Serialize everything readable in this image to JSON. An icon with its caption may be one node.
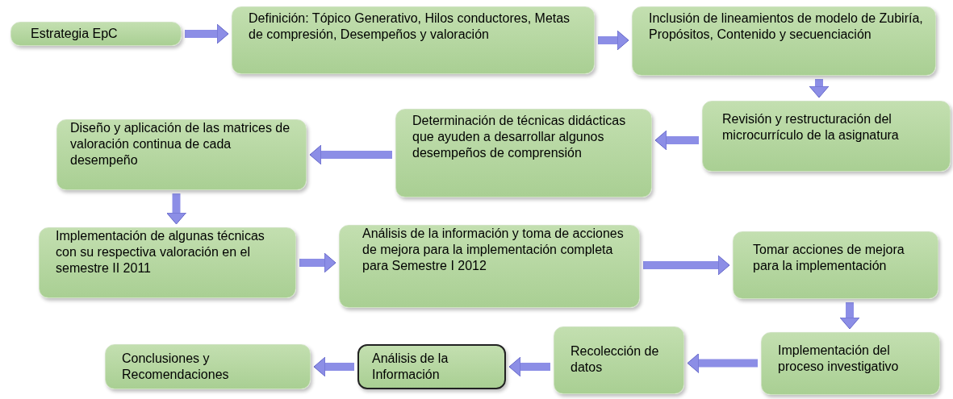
{
  "diagram": {
    "nodes": [
      {
        "text": [
          "Estrategia EpC"
        ]
      },
      {
        "text": [
          "Definición: Tópico Generativo, Hilos conductores, Metas de compresión, Desempeños y valoración"
        ]
      },
      {
        "text": [
          "Inclusión de lineamientos de modelo de Zubiría, Propósitos, Contenido y secuenciación"
        ]
      },
      {
        "text": [
          "Revisión y restructuración del microcurrículo de la asignatura"
        ]
      },
      {
        "text": [
          "Determinación de técnicas didácticas que ayuden a desarrollar algunos desempeños de comprensión"
        ]
      },
      {
        "text": [
          "Diseño y aplicación de las matrices de valoración continua de cada desempeño"
        ]
      },
      {
        "text": [
          "Implementación de algunas técnicas con su respectiva valoración en el semestre II 2011"
        ]
      },
      {
        "text": [
          "Análisis de la información y toma de acciones de mejora para la implementación completa para Semestre I 2012"
        ]
      },
      {
        "text": [
          "Tomar acciones de mejora para la implementación"
        ]
      },
      {
        "text": [
          "Implementación del proceso investigativo"
        ]
      },
      {
        "text": [
          "Recolección de datos"
        ]
      },
      {
        "text": [
          "Análisis de la Información"
        ]
      },
      {
        "text": [
          "Conclusiones y Recomendaciones"
        ]
      }
    ],
    "edges": [
      {
        "from": 0,
        "to": 1,
        "arrow": "to"
      },
      {
        "from": 1,
        "to": 2,
        "arrow": "to"
      },
      {
        "from": 2,
        "to": 3,
        "arrow": "to"
      },
      {
        "from": 3,
        "to": 4,
        "arrow": "to"
      },
      {
        "from": 4,
        "to": 5,
        "arrow": "to"
      },
      {
        "from": 5,
        "to": 6,
        "arrow": "to"
      },
      {
        "from": 6,
        "to": 7,
        "arrow": "to"
      },
      {
        "from": 7,
        "to": 8,
        "arrow": "to"
      },
      {
        "from": 8,
        "to": 9,
        "arrow": "to"
      },
      {
        "from": 9,
        "to": 10,
        "arrow": "to"
      },
      {
        "from": 10,
        "to": 11,
        "arrow": "to"
      },
      {
        "from": 11,
        "to": 12,
        "arrow": "to"
      }
    ]
  }
}
